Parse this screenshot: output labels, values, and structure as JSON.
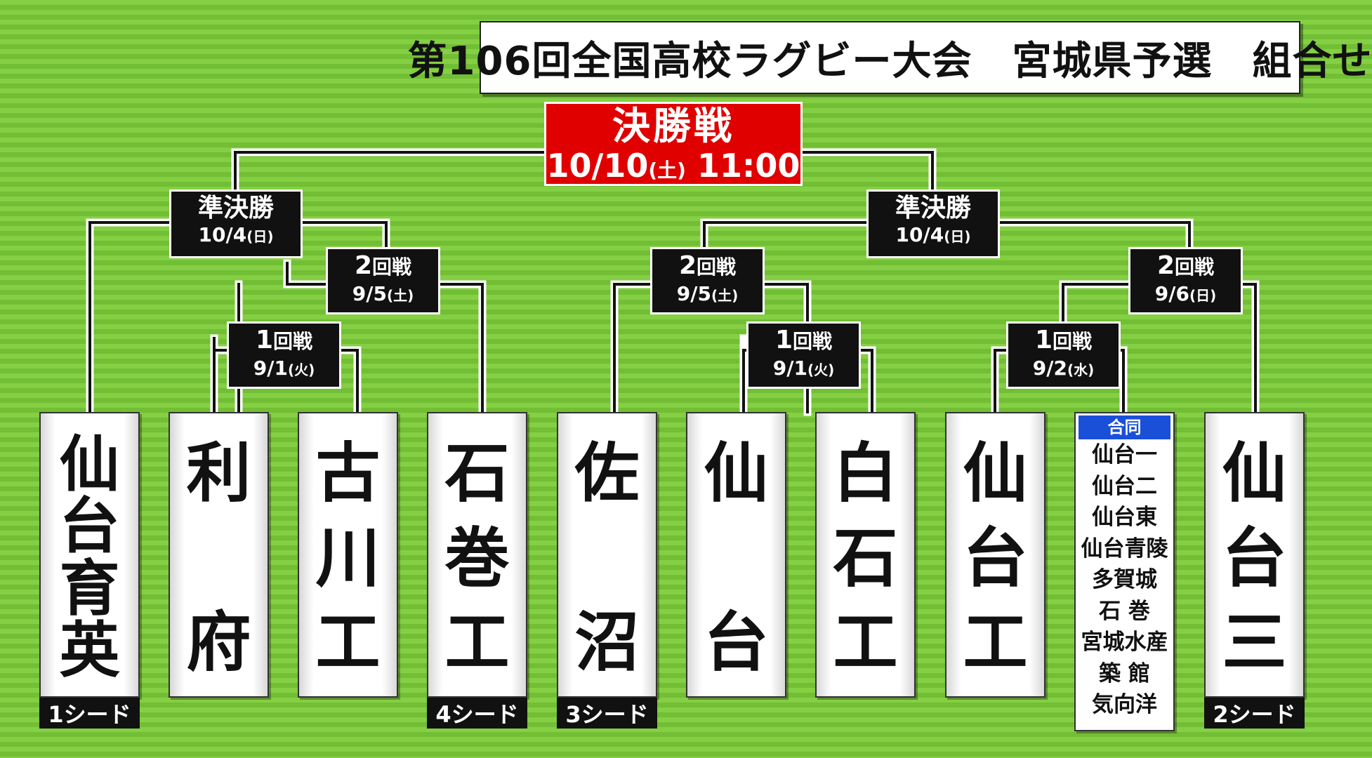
{
  "title": "第106回全国高校ラグビー大会　宮城県予選　組合せ",
  "final": {
    "label": "決勝戦",
    "date": "10/10",
    "dow": "(土)",
    "time": "11:00"
  },
  "rounds": {
    "sf_left": {
      "label": "準決勝",
      "date": "10/4",
      "dow": "(日)"
    },
    "sf_right": {
      "label": "準決勝",
      "date": "10/4",
      "dow": "(日)"
    },
    "r2_a": {
      "num": "2",
      "label": "回戦",
      "date": "9/5",
      "dow": "(土)"
    },
    "r1_a": {
      "num": "1",
      "label": "回戦",
      "date": "9/1",
      "dow": "(火)"
    },
    "r2_b": {
      "num": "2",
      "label": "回戦",
      "date": "9/5",
      "dow": "(土)"
    },
    "r1_b": {
      "num": "1",
      "label": "回戦",
      "date": "9/1",
      "dow": "(火)"
    },
    "r2_c": {
      "num": "2",
      "label": "回戦",
      "date": "9/6",
      "dow": "(日)"
    },
    "r1_c": {
      "num": "1",
      "label": "回戦",
      "date": "9/2",
      "dow": "(水)"
    }
  },
  "teams": [
    {
      "chars": [
        "仙",
        "台",
        "育",
        "英"
      ],
      "seed": "1シード"
    },
    {
      "chars": [
        "利",
        "府"
      ]
    },
    {
      "chars": [
        "古",
        "川",
        "工"
      ]
    },
    {
      "chars": [
        "石",
        "巻",
        "工"
      ],
      "seed": "4シード"
    },
    {
      "chars": [
        "佐",
        "沼"
      ],
      "seed": "3シード"
    },
    {
      "chars": [
        "仙",
        "台"
      ]
    },
    {
      "chars": [
        "白",
        "石",
        "工"
      ]
    },
    {
      "chars": [
        "仙",
        "台",
        "工"
      ]
    },
    {
      "joint_label": "合同",
      "members": [
        "仙台一",
        "仙台二",
        "仙台東",
        "仙台青陵",
        "多賀城",
        "石 巻",
        "宮城水産",
        "築 館",
        "気向洋"
      ]
    },
    {
      "chars": [
        "仙",
        "台",
        "三"
      ],
      "seed": "2シード"
    }
  ],
  "colors": {
    "background": "#7cc83c",
    "final_red": "#e00000",
    "round_black": "#111111",
    "joint_blue": "#1a4fd8",
    "line": "#111111"
  }
}
